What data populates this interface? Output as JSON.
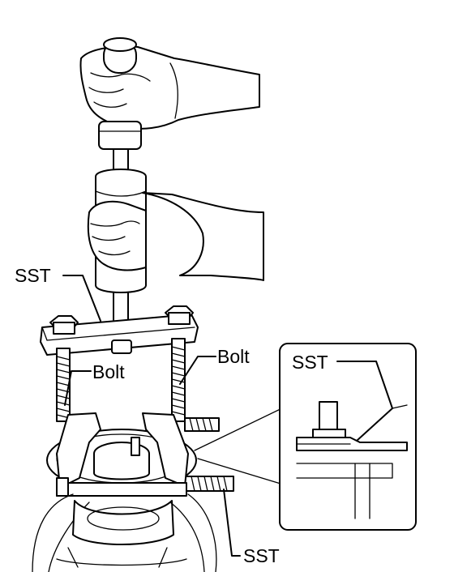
{
  "labels": {
    "sst_top": "SST",
    "bolt_left": "Bolt",
    "bolt_right": "Bolt",
    "sst_bottom": "SST",
    "inset_sst": "SST"
  },
  "colors": {
    "ink": "#000000",
    "paper": "#ffffff"
  }
}
